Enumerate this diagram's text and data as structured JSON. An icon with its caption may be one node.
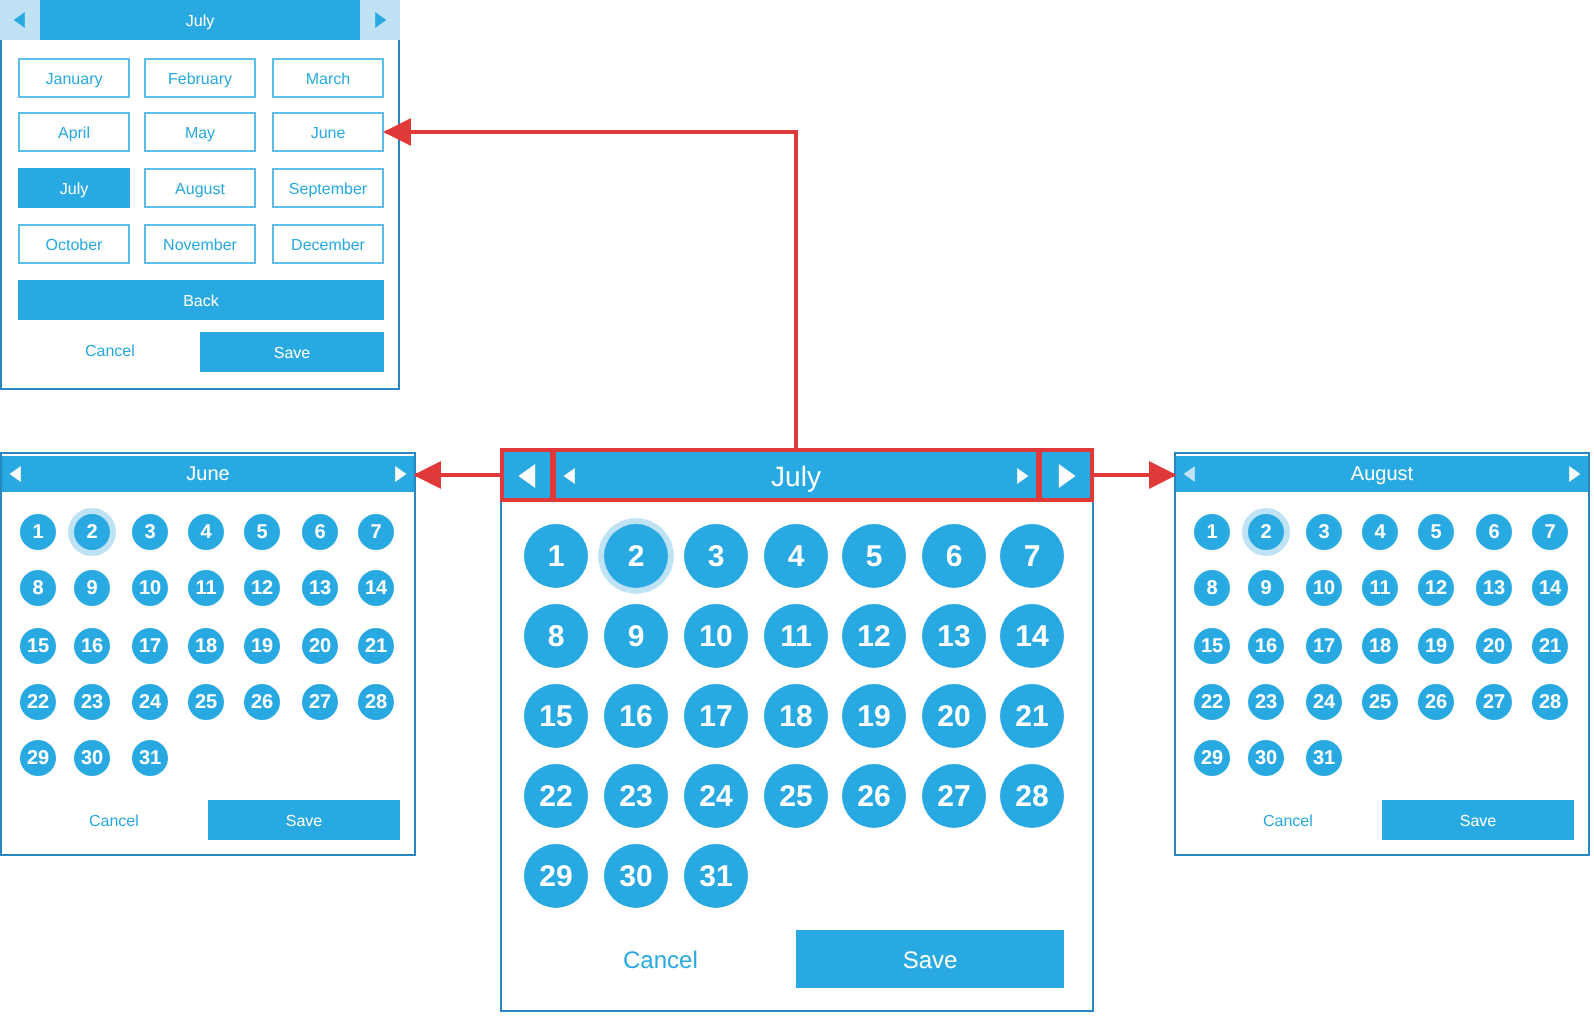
{
  "diagram": {
    "nodes": [
      {
        "text": [],
        "shape": "box"
      },
      {
        "text": [
          "July"
        ],
        "in": 0
      },
      {
        "text": [
          "January"
        ],
        "in": 0
      },
      {
        "text": [
          "February"
        ],
        "in": 0
      },
      {
        "text": [
          "March"
        ],
        "in": 0
      },
      {
        "text": [
          "April"
        ],
        "in": 0
      },
      {
        "text": [
          "May"
        ],
        "in": 0
      },
      {
        "text": [
          "June"
        ],
        "in": 0
      },
      {
        "text": [
          "July"
        ],
        "in": 0
      },
      {
        "text": [
          "August"
        ],
        "in": 0
      },
      {
        "text": [
          "September"
        ],
        "in": 0
      },
      {
        "text": [
          "October"
        ],
        "in": 0
      },
      {
        "text": [
          "November"
        ],
        "in": 0
      },
      {
        "text": [
          "December"
        ],
        "in": 0
      },
      {
        "text": [
          "Back"
        ],
        "in": 0
      },
      {
        "text": [
          "Save"
        ],
        "in": 0
      },
      {
        "text": [],
        "shape": "box"
      },
      {
        "text": [
          "June"
        ],
        "in": 16
      },
      {
        "text": [
          "1"
        ],
        "in": 16
      },
      {
        "text": [
          "2"
        ],
        "in": 16
      },
      {
        "text": [
          "3"
        ],
        "in": 16
      },
      {
        "text": [
          "4"
        ],
        "in": 16
      },
      {
        "text": [
          "5"
        ],
        "in": 16
      },
      {
        "text": [
          "6"
        ],
        "in": 16
      },
      {
        "text": [
          "7"
        ],
        "in": 16
      },
      {
        "text": [
          "8"
        ],
        "in": 16
      },
      {
        "text": [
          "9"
        ],
        "in": 16
      },
      {
        "text": [
          "10"
        ],
        "in": 16
      },
      {
        "text": [
          "11"
        ],
        "in": 16
      },
      {
        "text": [
          "12"
        ],
        "in": 16
      },
      {
        "text": [
          "13"
        ],
        "in": 16
      },
      {
        "text": [
          "14"
        ],
        "in": 16
      },
      {
        "text": [
          "15"
        ],
        "in": 16
      },
      {
        "text": [
          "16"
        ],
        "in": 16
      },
      {
        "text": [
          "17"
        ],
        "in": 16
      },
      {
        "text": [
          "18"
        ],
        "in": 16
      },
      {
        "text": [
          "19"
        ],
        "in": 16
      },
      {
        "text": [
          "20"
        ],
        "in": 16
      },
      {
        "text": [
          "21"
        ],
        "in": 16
      },
      {
        "text": [
          "22"
        ],
        "in": 16
      },
      {
        "text": [
          "23"
        ],
        "in": 16
      },
      {
        "text": [
          "24"
        ],
        "in": 16
      },
      {
        "text": [
          "25"
        ],
        "in": 16
      },
      {
        "text": [
          "26"
        ],
        "in": 16
      },
      {
        "text": [
          "27"
        ],
        "in": 16
      },
      {
        "text": [
          "28"
        ],
        "in": 16
      },
      {
        "text": [
          "29"
        ],
        "in": 16
      },
      {
        "text": [
          "30"
        ],
        "in": 16
      },
      {
        "text": [
          "31"
        ],
        "in": 16
      },
      {
        "text": [
          "Save"
        ],
        "in": 16
      },
      {
        "text": [],
        "shape": "box"
      },
      {
        "text": [],
        "shape": "box",
        "in": 50
      },
      {
        "text": [
          "July"
        ],
        "in": 50
      },
      {
        "text": [],
        "shape": "box",
        "in": 50
      },
      {
        "text": [
          "1"
        ],
        "in": 50
      },
      {
        "text": [
          "2"
        ],
        "in": 50
      },
      {
        "text": [
          "3"
        ],
        "in": 50
      },
      {
        "text": [
          "4"
        ],
        "in": 50
      },
      {
        "text": [
          "5"
        ],
        "in": 50
      },
      {
        "text": [
          "6"
        ],
        "in": 50
      },
      {
        "text": [
          "7"
        ],
        "in": 50
      },
      {
        "text": [
          "8"
        ],
        "in": 50
      },
      {
        "text": [
          "9"
        ],
        "in": 50
      },
      {
        "text": [
          "10"
        ],
        "in": 50
      },
      {
        "text": [
          "11"
        ],
        "in": 50
      },
      {
        "text": [
          "12"
        ],
        "in": 50
      },
      {
        "text": [
          "13"
        ],
        "in": 50
      },
      {
        "text": [
          "14"
        ],
        "in": 50
      },
      {
        "text": [
          "15"
        ],
        "in": 50
      },
      {
        "text": [
          "16"
        ],
        "in": 50
      },
      {
        "text": [
          "17"
        ],
        "in": 50
      },
      {
        "text": [
          "18"
        ],
        "in": 50
      },
      {
        "text": [
          "19"
        ],
        "in": 50
      },
      {
        "text": [
          "20"
        ],
        "in": 50
      },
      {
        "text": [
          "21"
        ],
        "in": 50
      },
      {
        "text": [
          "22"
        ],
        "in": 50
      },
      {
        "text": [
          "23"
        ],
        "in": 50
      },
      {
        "text": [
          "24"
        ],
        "in": 50
      },
      {
        "text": [
          "25"
        ],
        "in": 50
      },
      {
        "text": [
          "26"
        ],
        "in": 50
      },
      {
        "text": [
          "27"
        ],
        "in": 50
      },
      {
        "text": [
          "28"
        ],
        "in": 50
      },
      {
        "text": [
          "29"
        ],
        "in": 50
      },
      {
        "text": [
          "30"
        ],
        "in": 50
      },
      {
        "text": [
          "31"
        ],
        "in": 50
      },
      {
        "text": [
          "Save"
        ],
        "in": 50
      },
      {
        "text": [],
        "shape": "box"
      },
      {
        "text": [
          "August"
        ],
        "in": 86
      },
      {
        "text": [
          "1"
        ],
        "in": 86
      },
      {
        "text": [
          "2"
        ],
        "in": 86
      },
      {
        "text": [
          "3"
        ],
        "in": 86
      },
      {
        "text": [
          "4"
        ],
        "in": 86
      },
      {
        "text": [
          "5"
        ],
        "in": 86
      },
      {
        "text": [
          "6"
        ],
        "in": 86
      },
      {
        "text": [
          "7"
        ],
        "in": 86
      },
      {
        "text": [
          "8"
        ],
        "in": 86
      },
      {
        "text": [
          "9"
        ],
        "in": 86
      },
      {
        "text": [
          "10"
        ],
        "in": 86
      },
      {
        "text": [
          "11"
        ],
        "in": 86
      },
      {
        "text": [
          "12"
        ],
        "in": 86
      },
      {
        "text": [
          "13"
        ],
        "in": 86
      },
      {
        "text": [
          "14"
        ],
        "in": 86
      },
      {
        "text": [
          "15"
        ],
        "in": 86
      },
      {
        "text": [
          "16"
        ],
        "in": 86
      },
      {
        "text": [
          "17"
        ],
        "in": 86
      },
      {
        "text": [
          "18"
        ],
        "in": 86
      },
      {
        "text": [
          "19"
        ],
        "in": 86
      },
      {
        "text": [
          "20"
        ],
        "in": 86
      },
      {
        "text": [
          "21"
        ],
        "in": 86
      },
      {
        "text": [
          "22"
        ],
        "in": 86
      },
      {
        "text": [
          "23"
        ],
        "in": 86
      },
      {
        "text": [
          "24"
        ],
        "in": 86
      },
      {
        "text": [
          "25"
        ],
        "in": 86
      },
      {
        "text": [
          "26"
        ],
        "in": 86
      },
      {
        "text": [
          "27"
        ],
        "in": 86
      },
      {
        "text": [
          "28"
        ],
        "in": 86
      },
      {
        "text": [
          "29"
        ],
        "in": 86
      },
      {
        "text": [
          "30"
        ],
        "in": 86
      },
      {
        "text": [
          "31"
        ],
        "in": 86
      },
      {
        "text": [
          "Save"
        ],
        "in": 86
      }
    ],
    "edges": [
      {
        "from": 52,
        "to": 7,
        "arrow": "to"
      },
      {
        "from": 51,
        "to": 17,
        "arrow": "to"
      },
      {
        "from": 53,
        "to": 87,
        "arrow": "to"
      }
    ],
    "labels": [
      "Cancel",
      "Cancel",
      "Cancel",
      "Cancel"
    ]
  }
}
